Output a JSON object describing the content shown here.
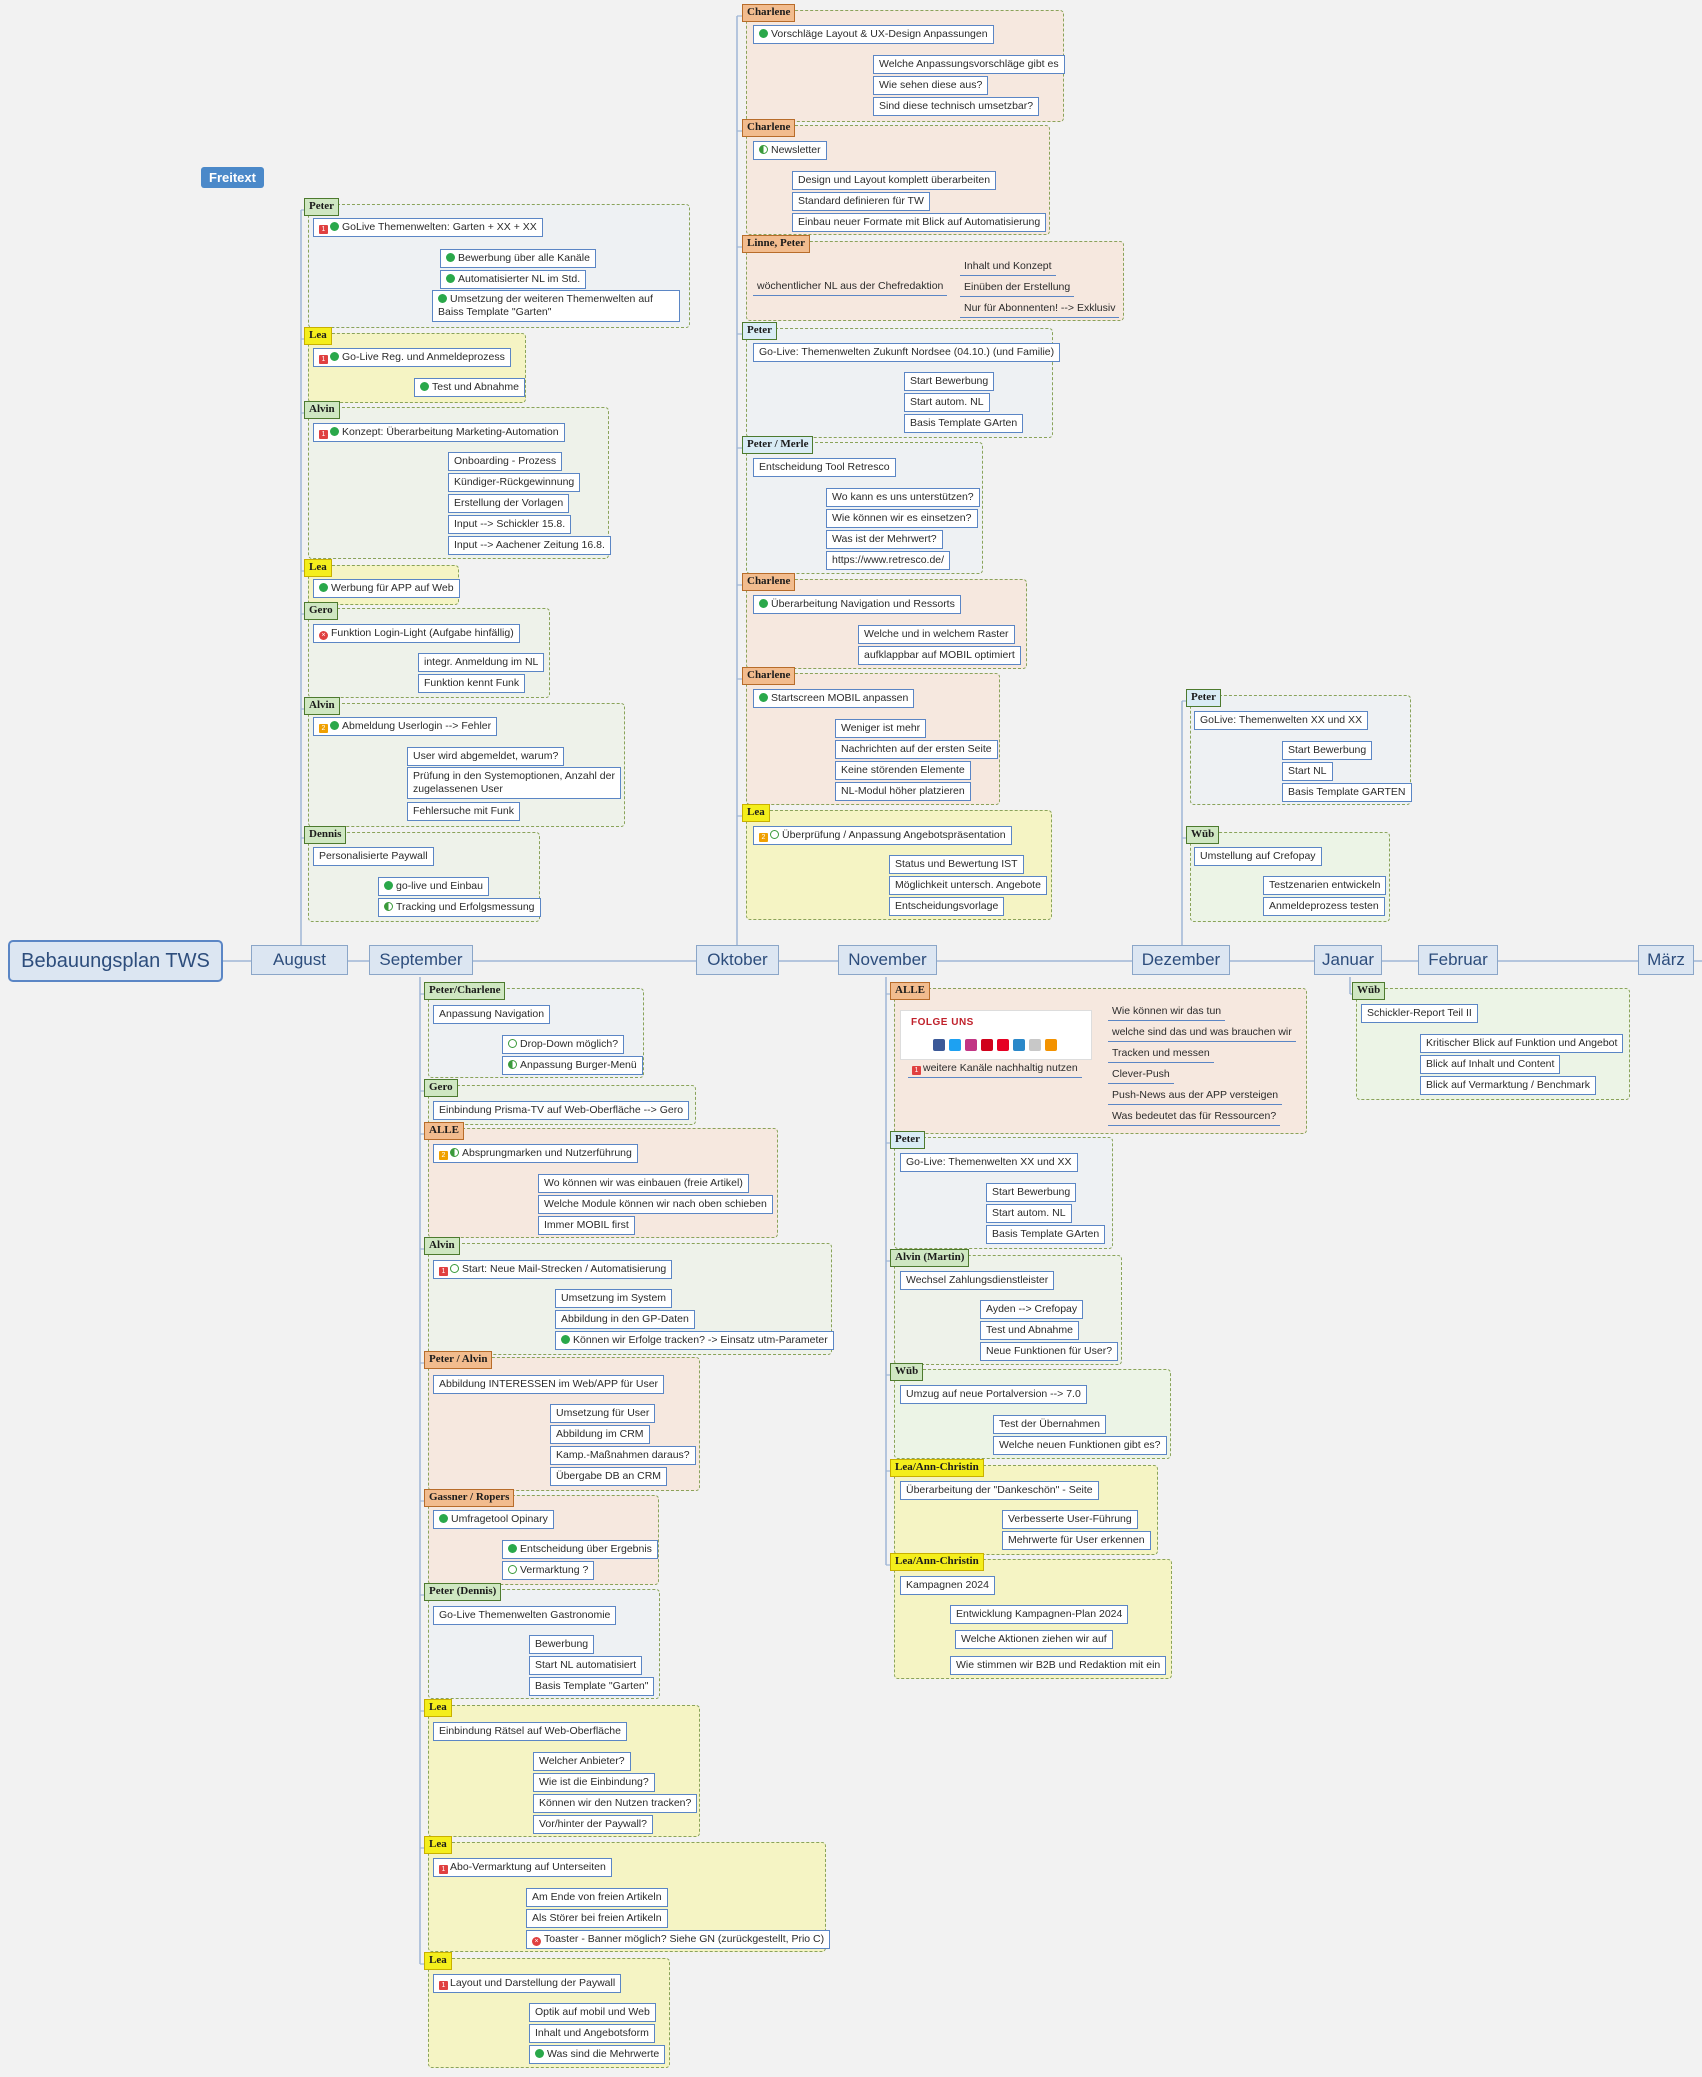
{
  "root": "Bebauungsplan TWS",
  "freitext": "Freitext",
  "months": [
    "August",
    "September",
    "Oktober",
    "November",
    "Dezember",
    "Januar",
    "Februar",
    "März"
  ],
  "social": {
    "title": "FOLGE UNS"
  },
  "groups": [
    {
      "owner": "Charlene",
      "items": [
        {
          "text": "Vorschläge Layout & UX-Design Anpassungen",
          "icons": [
            "ok"
          ]
        },
        {
          "text": "Welche Anpassungsvorschläge gibt es"
        },
        {
          "text": "Wie sehen diese aus?"
        },
        {
          "text": "Sind diese technisch umsetzbar?"
        }
      ]
    },
    {
      "owner": "Charlene",
      "items": [
        {
          "text": "Newsletter",
          "icons": [
            "half"
          ]
        },
        {
          "text": "Design und Layout komplett überarbeiten"
        },
        {
          "text": "Standard definieren für TW"
        },
        {
          "text": "Einbau neuer Formate mit Blick auf Automatisierung"
        }
      ]
    },
    {
      "owner": "Linne, Peter",
      "items": [
        {
          "text": "wöchentlicher NL aus der Chefredaktion"
        },
        {
          "text": "Inhalt und Konzept"
        },
        {
          "text": "Einüben der Erstellung"
        },
        {
          "text": "Nur für Abonnenten! --> Exklusiv"
        }
      ]
    },
    {
      "owner": "Peter",
      "items": [
        {
          "text": "Go-Live: Themenwelten Zukunft Nordsee (04.10.) (und Familie)"
        },
        {
          "text": "Start Bewerbung"
        },
        {
          "text": "Start autom. NL"
        },
        {
          "text": "Basis Template GArten"
        }
      ]
    },
    {
      "owner": "Peter / Merle",
      "items": [
        {
          "text": "Entscheidung Tool Retresco"
        },
        {
          "text": "Wo kann es uns unterstützen?"
        },
        {
          "text": "Wie können wir es einsetzen?"
        },
        {
          "text": "Was ist der Mehrwert?"
        },
        {
          "text": "https://www.retresco.de/"
        }
      ]
    },
    {
      "owner": "Charlene",
      "items": [
        {
          "text": "Überarbeitung Navigation und Ressorts",
          "icons": [
            "ok"
          ]
        },
        {
          "text": "Welche und in welchem Raster"
        },
        {
          "text": "aufklappbar auf MOBIL optimiert"
        }
      ]
    },
    {
      "owner": "Charlene",
      "items": [
        {
          "text": "Startscreen MOBIL anpassen",
          "icons": [
            "ok"
          ]
        },
        {
          "text": "Weniger ist mehr"
        },
        {
          "text": "Nachrichten auf der ersten Seite"
        },
        {
          "text": "Keine störenden Elemente"
        },
        {
          "text": "NL-Modul höher platzieren"
        }
      ]
    },
    {
      "owner": "Lea",
      "items": [
        {
          "text": "Überprüfung / Anpassung Angebotspräsentation",
          "icons": [
            "p2",
            "pr"
          ]
        },
        {
          "text": "Status und Bewertung IST"
        },
        {
          "text": "Möglichkeit untersch. Angebote"
        },
        {
          "text": "Entscheidungsvorlage"
        }
      ]
    },
    {
      "owner": "Peter",
      "items": [
        {
          "text": "GoLive Themenwelten: Garten + XX + XX",
          "icons": [
            "p1",
            "ok"
          ]
        },
        {
          "text": "Bewerbung über alle Kanäle",
          "icons": [
            "ok"
          ]
        },
        {
          "text": "Automatisierter NL im Std.",
          "icons": [
            "ok"
          ]
        },
        {
          "text": "Umsetzung der weiteren Themenwelten auf Baiss Template \"Garten\"",
          "icons": [
            "ok"
          ]
        }
      ]
    },
    {
      "owner": "Lea",
      "items": [
        {
          "text": "Go-Live Reg. und Anmeldeprozess",
          "icons": [
            "p1",
            "ok"
          ]
        },
        {
          "text": "Test und Abnahme",
          "icons": [
            "ok"
          ]
        }
      ]
    },
    {
      "owner": "Alvin",
      "items": [
        {
          "text": "Konzept: Überarbeitung Marketing-Automation",
          "icons": [
            "p1",
            "ok"
          ]
        },
        {
          "text": "Onboarding - Prozess"
        },
        {
          "text": "Kündiger-Rückgewinnung"
        },
        {
          "text": "Erstellung der Vorlagen"
        },
        {
          "text": "Input --> Schickler 15.8."
        },
        {
          "text": "Input --> Aachener Zeitung 16.8."
        }
      ]
    },
    {
      "owner": "Lea",
      "items": [
        {
          "text": "Werbung für APP auf Web",
          "icons": [
            "ok"
          ]
        }
      ]
    },
    {
      "owner": "Gero",
      "items": [
        {
          "text": "Funktion Login-Light (Aufgabe hinfällig)",
          "icons": [
            "x"
          ]
        },
        {
          "text": "integr. Anmeldung im NL"
        },
        {
          "text": "Funktion kennt Funk"
        }
      ]
    },
    {
      "owner": "Alvin",
      "items": [
        {
          "text": "Abmeldung Userlogin --> Fehler",
          "icons": [
            "p2",
            "ok"
          ]
        },
        {
          "text": "User wird abgemeldet, warum?"
        },
        {
          "text": "Prüfung in den Systemoptionen, Anzahl der zugelassenen User"
        },
        {
          "text": "Fehlersuche mit Funk"
        }
      ]
    },
    {
      "owner": "Dennis",
      "items": [
        {
          "text": "Personalisierte Paywall"
        },
        {
          "text": "go-live und Einbau",
          "icons": [
            "ok"
          ]
        },
        {
          "text": "Tracking und Erfolgsmessung",
          "icons": [
            "half"
          ]
        }
      ]
    },
    {
      "owner": "Peter",
      "items": [
        {
          "text": "GoLive: Themenwelten XX und XX"
        },
        {
          "text": "Start Bewerbung"
        },
        {
          "text": "Start NL"
        },
        {
          "text": "Basis Template GARTEN"
        }
      ]
    },
    {
      "owner": "Wüb",
      "items": [
        {
          "text": "Umstellung auf Crefopay"
        },
        {
          "text": "Testzenarien entwickeln"
        },
        {
          "text": "Anmeldeprozess testen"
        }
      ]
    },
    {
      "owner": "Peter/Charlene",
      "items": [
        {
          "text": "Anpassung Navigation"
        },
        {
          "text": "Drop-Down möglich?",
          "icons": [
            "pr"
          ]
        },
        {
          "text": "Anpassung Burger-Menü",
          "icons": [
            "half"
          ]
        }
      ]
    },
    {
      "owner": "Gero",
      "items": [
        {
          "text": "Einbindung Prisma-TV auf Web-Oberfläche --> Gero"
        }
      ]
    },
    {
      "owner": "ALLE",
      "items": [
        {
          "text": "Absprungmarken und Nutzerführung",
          "icons": [
            "p2",
            "half"
          ]
        },
        {
          "text": "Wo können wir was einbauen (freie Artikel)"
        },
        {
          "text": "Welche Module können wir nach oben schieben"
        },
        {
          "text": "Immer MOBIL first"
        }
      ]
    },
    {
      "owner": "Alvin",
      "items": [
        {
          "text": "Start: Neue Mail-Strecken / Automatisierung",
          "icons": [
            "p1",
            "pr"
          ]
        },
        {
          "text": "Umsetzung im System"
        },
        {
          "text": "Abbildung in den GP-Daten"
        },
        {
          "text": "Können wir Erfolge tracken? -> Einsatz utm-Parameter",
          "icons": [
            "ok"
          ]
        }
      ]
    },
    {
      "owner": "Peter / Alvin",
      "items": [
        {
          "text": "Abbildung INTERESSEN im Web/APP für User"
        },
        {
          "text": "Umsetzung für User"
        },
        {
          "text": "Abbildung im CRM"
        },
        {
          "text": "Kamp.-Maßnahmen daraus?"
        },
        {
          "text": "Übergabe DB an CRM"
        }
      ]
    },
    {
      "owner": "Gassner / Ropers",
      "items": [
        {
          "text": "Umfragetool Opinary",
          "icons": [
            "ok"
          ]
        },
        {
          "text": "Entscheidung über Ergebnis",
          "icons": [
            "ok"
          ]
        },
        {
          "text": "Vermarktung ?",
          "icons": [
            "pr"
          ]
        }
      ]
    },
    {
      "owner": "Peter (Dennis)",
      "items": [
        {
          "text": "Go-Live Themenwelten Gastronomie"
        },
        {
          "text": "Bewerbung"
        },
        {
          "text": "Start NL automatisiert"
        },
        {
          "text": "Basis Template \"Garten\""
        }
      ]
    },
    {
      "owner": "Lea",
      "items": [
        {
          "text": "Einbindung Rätsel auf Web-Oberfläche"
        },
        {
          "text": "Welcher Anbieter?"
        },
        {
          "text": "Wie ist die Einbindung?"
        },
        {
          "text": "Können wir den Nutzen tracken?"
        },
        {
          "text": "Vor/hinter der Paywall?"
        }
      ]
    },
    {
      "owner": "Lea",
      "items": [
        {
          "text": "Abo-Vermarktung auf Unterseiten",
          "icons": [
            "p1"
          ]
        },
        {
          "text": "Am Ende von freien Artikeln"
        },
        {
          "text": "Als Störer bei freien Artikeln"
        },
        {
          "text": "Toaster - Banner möglich? Siehe GN (zurückgestellt, Prio C)",
          "icons": [
            "x"
          ]
        }
      ]
    },
    {
      "owner": "Lea",
      "items": [
        {
          "text": "Layout und Darstellung der Paywall",
          "icons": [
            "p1"
          ]
        },
        {
          "text": "Optik auf mobil und Web"
        },
        {
          "text": "Inhalt und Angebotsform"
        },
        {
          "text": "Was sind die Mehrwerte",
          "icons": [
            "ok"
          ]
        }
      ]
    },
    {
      "owner": "ALLE",
      "items": [
        {
          "text": "weitere Kanäle nachhaltig nutzen",
          "icons": [
            "p1"
          ]
        },
        {
          "text": "Wie können wir das tun"
        },
        {
          "text": "welche sind das und was brauchen wir"
        },
        {
          "text": "Tracken und messen"
        },
        {
          "text": "Clever-Push"
        },
        {
          "text": "Push-News aus der APP versteigen"
        },
        {
          "text": "Was bedeutet das für Ressourcen?"
        }
      ]
    },
    {
      "owner": "Peter",
      "items": [
        {
          "text": "Go-Live: Themenwelten XX und XX"
        },
        {
          "text": "Start Bewerbung"
        },
        {
          "text": "Start autom. NL"
        },
        {
          "text": "Basis Template GArten"
        }
      ]
    },
    {
      "owner": "Alvin (Martin)",
      "items": [
        {
          "text": "Wechsel Zahlungsdienstleister"
        },
        {
          "text": "Ayden --> Crefopay"
        },
        {
          "text": "Test und Abnahme"
        },
        {
          "text": "Neue Funktionen für User?"
        }
      ]
    },
    {
      "owner": "Wüb",
      "items": [
        {
          "text": "Umzug auf neue Portalversion --> 7.0"
        },
        {
          "text": "Test der Übernahmen"
        },
        {
          "text": "Welche neuen Funktionen gibt es?"
        }
      ]
    },
    {
      "owner": "Lea/Ann-Christin",
      "items": [
        {
          "text": "Überarbeitung der \"Dankeschön\" - Seite"
        },
        {
          "text": "Verbesserte User-Führung"
        },
        {
          "text": "Mehrwerte für User erkennen"
        }
      ]
    },
    {
      "owner": "Lea/Ann-Christin",
      "items": [
        {
          "text": "Kampagnen 2024"
        },
        {
          "text": "Entwicklung Kampagnen-Plan 2024"
        },
        {
          "text": "Welche Aktionen ziehen wir auf"
        },
        {
          "text": "Wie stimmen wir B2B und Redaktion mit ein"
        }
      ]
    },
    {
      "owner": "Wüb",
      "items": [
        {
          "text": "Schickler-Report Teil II"
        },
        {
          "text": "Kritischer Blick auf Funktion und Angebot"
        },
        {
          "text": "Blick auf Inhalt und Content"
        },
        {
          "text": "Blick auf Vermarktung / Benchmark"
        }
      ]
    }
  ]
}
